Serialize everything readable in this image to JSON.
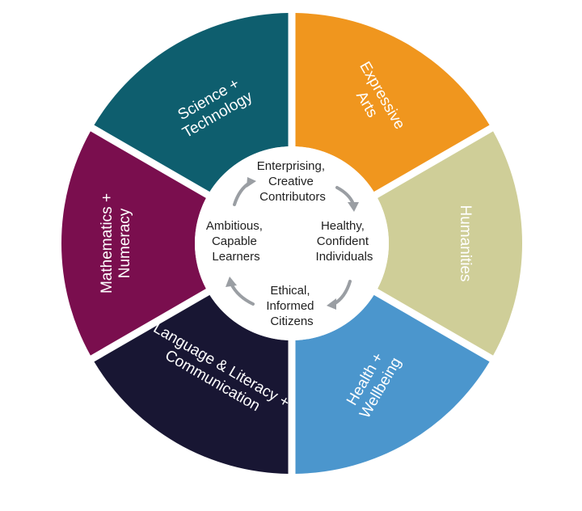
{
  "segments": [
    {
      "id": "expressive-arts",
      "label": [
        "Expressive",
        "Arts"
      ],
      "color": "#f0961e"
    },
    {
      "id": "humanities",
      "label": [
        "Humanities"
      ],
      "color": "#cfce98"
    },
    {
      "id": "health-wellbeing",
      "label": [
        "Health +",
        "Wellbeing"
      ],
      "color": "#4b96cd"
    },
    {
      "id": "language-literacy",
      "label": [
        "Language & Literacy +",
        "Communication"
      ],
      "color": "#181633"
    },
    {
      "id": "mathematics-numeracy",
      "label": [
        "Mathematics +",
        "Numeracy"
      ],
      "color": "#7a0e4e"
    },
    {
      "id": "science-technology",
      "label": [
        "Science +",
        "Technology"
      ],
      "color": "#0e5e6e"
    }
  ],
  "center": {
    "top": [
      "Enterprising,",
      "Creative",
      "Contributors"
    ],
    "right": [
      "Healthy,",
      "Confident",
      "Individuals"
    ],
    "bottom": [
      "Ethical,",
      "Informed",
      "Citizens"
    ],
    "left": [
      "Ambitious,",
      "Capable",
      "Learners"
    ]
  },
  "colors": {
    "background": "#ffffff",
    "center_fill": "#ffffff",
    "arrow": "#9a9ea3",
    "gap": "#ffffff"
  }
}
